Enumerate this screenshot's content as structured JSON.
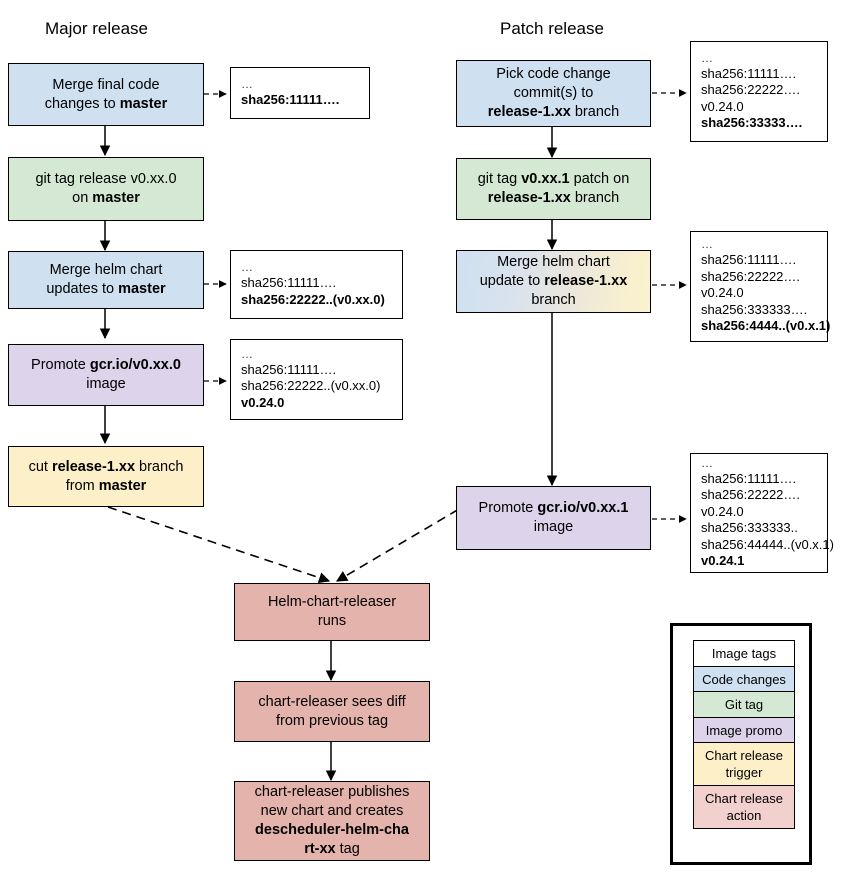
{
  "titles": {
    "major": "Major release",
    "patch": "Patch release"
  },
  "major_flow": [
    {
      "id": "merge-final-code",
      "type": "code-changes",
      "lines": [
        {
          "t": "Merge final code"
        },
        {
          "t": "changes to "
        },
        {
          "t": "master",
          "b": true
        }
      ]
    },
    {
      "id": "git-tag-release",
      "type": "git-tag",
      "lines": [
        {
          "t": "git tag release v0.xx.0"
        },
        {
          "t": "on "
        },
        {
          "t": "master",
          "b": true
        }
      ]
    },
    {
      "id": "merge-helm-chart-master",
      "type": "code-changes",
      "lines": [
        {
          "t": "Merge helm chart"
        },
        {
          "t": "updates to "
        },
        {
          "t": "master",
          "b": true
        }
      ]
    },
    {
      "id": "promote-image-major",
      "type": "image-promo",
      "lines": [
        {
          "t": "Promote "
        },
        {
          "t": "gcr.io/v0.xx.0",
          "b": true
        },
        {
          "t": "image"
        }
      ]
    },
    {
      "id": "cut-release-branch",
      "type": "chart-release-trigger",
      "lines": [
        {
          "t": "cut "
        },
        {
          "t": "release-1.xx",
          "b": true
        },
        {
          "t": " branch"
        },
        {
          "t": "from "
        },
        {
          "t": "master",
          "b": true
        }
      ]
    }
  ],
  "patch_flow": [
    {
      "id": "pick-code-change",
      "type": "code-changes",
      "lines": [
        {
          "t": "Pick code change"
        },
        {
          "t": "commit(s) to"
        },
        {
          "t": "release-1.xx",
          "b": true
        },
        {
          "t": " branch"
        }
      ]
    },
    {
      "id": "git-tag-patch",
      "type": "git-tag",
      "lines": [
        {
          "t": "git tag "
        },
        {
          "t": "v0.xx.1",
          "b": true
        },
        {
          "t": " patch on"
        },
        {
          "t": "release-1.xx",
          "b": true
        },
        {
          "t": " branch"
        }
      ]
    },
    {
      "id": "merge-helm-chart-release-branch",
      "type": "code-changes-to-trigger-gradient",
      "lines": [
        {
          "t": "Merge helm chart"
        },
        {
          "t": "update to "
        },
        {
          "t": "release-1.xx",
          "b": true
        },
        {
          "t": "branch"
        }
      ]
    },
    {
      "id": "promote-image-patch",
      "type": "image-promo",
      "lines": [
        {
          "t": "Promote "
        },
        {
          "t": "gcr.io/v0.xx.1",
          "b": true
        },
        {
          "t": "image"
        }
      ]
    }
  ],
  "releaser_flow": [
    {
      "id": "helm-chart-releaser-runs",
      "type": "chart-release-action",
      "lines": [
        {
          "t": "Helm-chart-releaser"
        },
        {
          "t": "runs"
        }
      ]
    },
    {
      "id": "chart-releaser-sees-diff",
      "type": "chart-release-action",
      "lines": [
        {
          "t": "chart-releaser sees diff"
        },
        {
          "t": "from previous tag"
        }
      ]
    },
    {
      "id": "chart-releaser-publishes",
      "type": "chart-release-action",
      "lines": [
        {
          "t": "chart-releaser publishes"
        },
        {
          "t": "new chart and creates"
        },
        {
          "t": "descheduler-helm-cha",
          "b": true
        },
        {
          "t": "rt-xx",
          "b": true
        },
        {
          "t": " tag"
        }
      ]
    }
  ],
  "tag_boxes": [
    {
      "id": "tags-after-merge-final-code",
      "lines": [
        {
          "t": "…"
        },
        {
          "t": "sha256:11111….",
          "b": true
        }
      ]
    },
    {
      "id": "tags-after-merge-helm-chart-master",
      "lines": [
        {
          "t": "…"
        },
        {
          "t": "sha256:11111…."
        },
        {
          "t": "sha256:22222..(v0.xx.0)",
          "b": true
        }
      ]
    },
    {
      "id": "tags-after-promote-image-major",
      "lines": [
        {
          "t": "…"
        },
        {
          "t": "sha256:11111…."
        },
        {
          "t": "sha256:22222..(v0.xx.0)"
        },
        {
          "t": "v0.24.0",
          "b": true
        }
      ]
    },
    {
      "id": "tags-after-pick-code-change",
      "lines": [
        {
          "t": "…"
        },
        {
          "t": "sha256:11111…."
        },
        {
          "t": "sha256:22222…."
        },
        {
          "t": "v0.24.0"
        },
        {
          "t": "sha256:33333….",
          "b": true
        }
      ]
    },
    {
      "id": "tags-after-merge-helm-chart-release-branch",
      "lines": [
        {
          "t": "…"
        },
        {
          "t": "sha256:11111…."
        },
        {
          "t": "sha256:22222…."
        },
        {
          "t": "v0.24.0"
        },
        {
          "t": "sha256:333333…."
        },
        {
          "t": "sha256:4444..(v0.x.1)",
          "b": true
        }
      ]
    },
    {
      "id": "tags-after-promote-image-patch",
      "lines": [
        {
          "t": "…"
        },
        {
          "t": "sha256:11111…."
        },
        {
          "t": "sha256:22222…."
        },
        {
          "t": "v0.24.0"
        },
        {
          "t": "sha256:333333.."
        },
        {
          "t": "sha256:44444..(v0.x.1)"
        },
        {
          "t": "v0.24.1",
          "b": true
        }
      ]
    }
  ],
  "legend": {
    "items": [
      {
        "label": "Image tags",
        "key": "image-tags",
        "color": "#ffffff"
      },
      {
        "label": "Code changes",
        "key": "code-changes",
        "color": "#cfe0f0"
      },
      {
        "label": "Git tag",
        "key": "git-tag",
        "color": "#d5e8d4"
      },
      {
        "label": "Image promo",
        "key": "image-promo",
        "color": "#ddd4ec"
      },
      {
        "label": "Chart release\ntrigger",
        "key": "chart-release-trigger",
        "color": "#fdf0c8"
      },
      {
        "label": "Chart release\naction",
        "key": "chart-release-action",
        "color": "#f2d0ce"
      }
    ]
  }
}
